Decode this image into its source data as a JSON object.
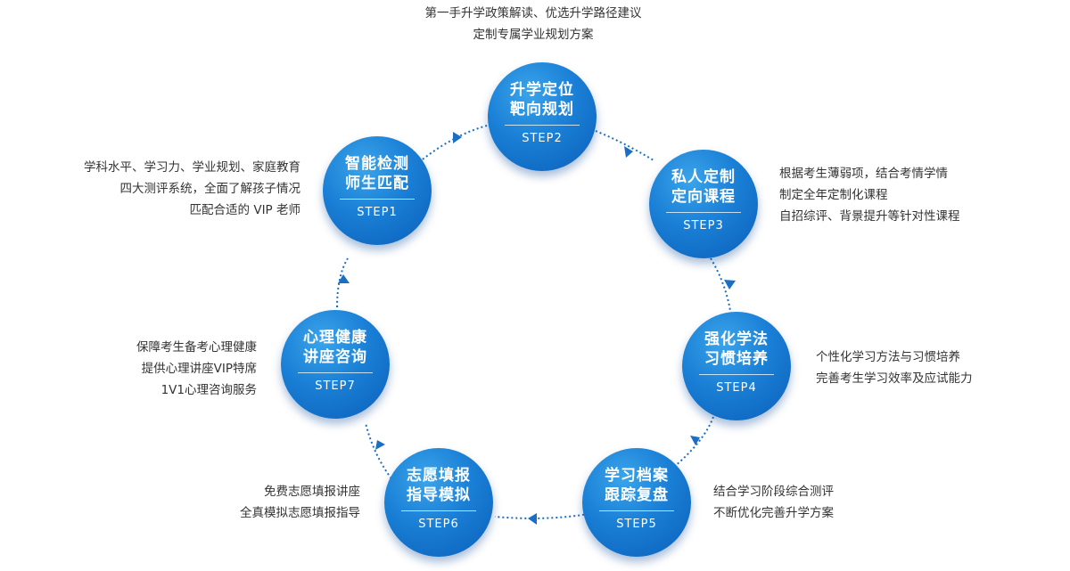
{
  "steps": [
    {
      "title_line1": "智能检测",
      "title_line2": "师生匹配",
      "code": "STEP1",
      "desc": [
        "学科水平、学习力、学业规划、家庭教育",
        "四大测评系统，全面了解孩子情况",
        "匹配合适的 VIP 老师"
      ]
    },
    {
      "title_line1": "升学定位",
      "title_line2": "靶向规划",
      "code": "STEP2",
      "desc": [
        "第一手升学政策解读、优选升学路径建议",
        "定制专属学业规划方案"
      ]
    },
    {
      "title_line1": "私人定制",
      "title_line2": "定向课程",
      "code": "STEP3",
      "desc": [
        "根据考生薄弱项，结合考情学情",
        "制定全年定制化课程",
        "自招综评、背景提升等针对性课程"
      ]
    },
    {
      "title_line1": "强化学法",
      "title_line2": "习惯培养",
      "code": "STEP4",
      "desc": [
        "个性化学习方法与习惯培养",
        "完善考生学习效率及应试能力"
      ]
    },
    {
      "title_line1": "学习档案",
      "title_line2": "跟踪复盘",
      "code": "STEP5",
      "desc": [
        "结合学习阶段综合测评",
        "不断优化完善升学方案"
      ]
    },
    {
      "title_line1": "志愿填报",
      "title_line2": "指导模拟",
      "code": "STEP6",
      "desc": [
        "免费志愿填报讲座",
        "全真模拟志愿填报指导"
      ]
    },
    {
      "title_line1": "心理健康",
      "title_line2": "讲座咨询",
      "code": "STEP7",
      "desc": [
        "保障考生备考心理健康",
        "提供心理讲座VIP特席",
        "1V1心理咨询服务"
      ]
    }
  ],
  "colors": {
    "circle": "#1a7fd6",
    "connector": "#1a6fc4",
    "text": "#333333"
  }
}
